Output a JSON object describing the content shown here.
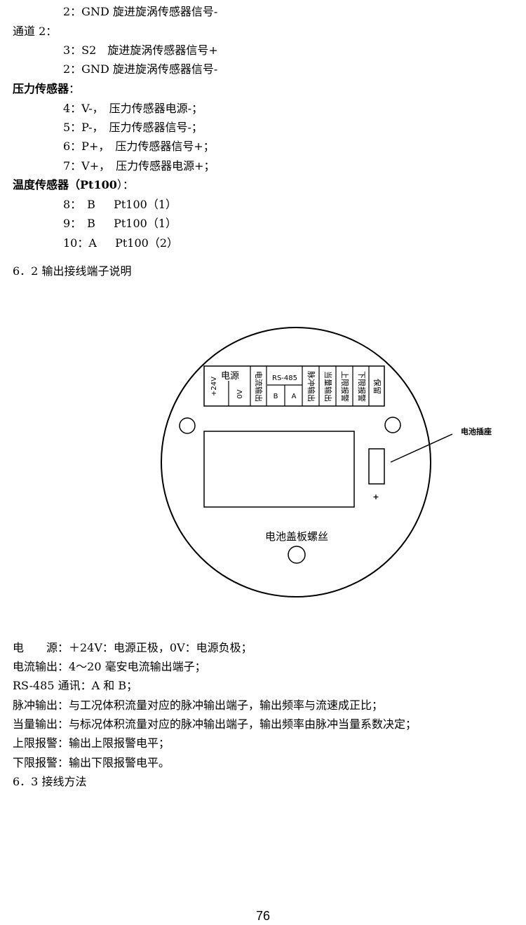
{
  "top_lines": [
    "2：GND 旋进旋涡传感器信号-",
    "通道 2：",
    "3：S2　旋进旋涡传感器信号+",
    "2：GND 旋进旋涡传感器信号-"
  ],
  "pressure": {
    "heading": "压力传感器",
    "colon": "：",
    "lines": [
      "4：V-，　压力传感器电源-；",
      "5：P-，　压力传感器信号-；",
      "6：P+，　压力传感器信号+；",
      "7：V+，　压力传感器电源+；"
    ]
  },
  "temperature": {
    "heading_a": "温度传感器（",
    "heading_b": "Pt100",
    "heading_c": "）：",
    "lines": [
      "8：　B　  Pt100（1）",
      "9：　B　  Pt100（1）",
      "10：A　  Pt100（2）"
    ]
  },
  "section_62": "6．2 输出接线端子说明",
  "diagram": {
    "power_label": "电源",
    "plus24": "+24V",
    "zero_v": "0V",
    "current_out": "电流输出",
    "rs485": "RS-485",
    "b": "B",
    "a": "A",
    "pulse_out": "脉冲输出",
    "equiv_out": "当量输出",
    "upper_alarm": "上限报警",
    "lower_alarm": "下限报警",
    "reserved": "保留",
    "battery_socket": "电池插座",
    "plus": "+",
    "cover_screw": "电池盖板螺丝"
  },
  "desc_lines": [
    "电　　源：＋24V：电源正极，0V：电源负极；",
    "电流输出：4～20 毫安电流输出端子；",
    "RS-485 通讯：A 和 B；",
    "脉冲输出：与工况体积流量对应的脉冲输出端子，输出频率与流速成正比；",
    "当量输出：与标况体积流量对应的脉冲输出端子，输出频率由脉冲当量系数决定；",
    "上限报警：输出上限报警电平；",
    "下限报警：输出下限报警电平。"
  ],
  "section_63": "6．3 接线方法",
  "page_number": "76"
}
